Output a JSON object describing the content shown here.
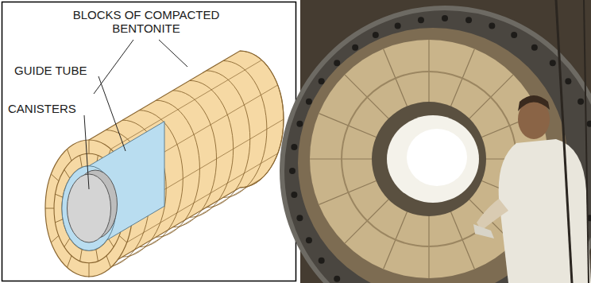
{
  "diagram": {
    "labels": [
      "BLOCKS OF COMPACTED BENTONITE",
      "GUIDE TUBE",
      "CANISTERS"
    ]
  }
}
